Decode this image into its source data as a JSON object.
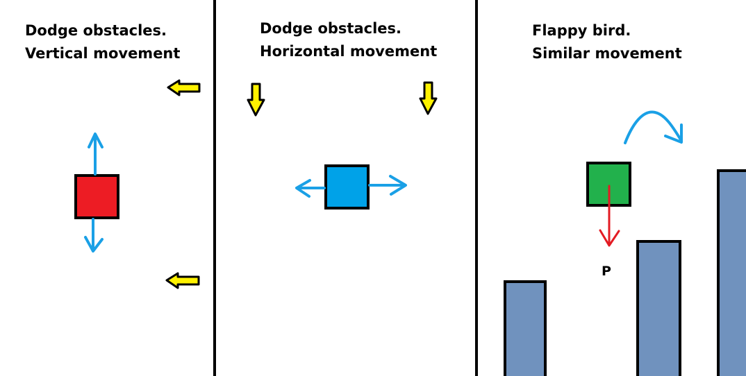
{
  "panels": [
    {
      "line1": "Dodge obstacles.",
      "line2": "Vertical movement"
    },
    {
      "line1": "Dodge obstacles.",
      "line2": "Horizontal movement"
    },
    {
      "line1": "Flappy bird.",
      "line2": "Similar movement"
    }
  ],
  "pipe_label": "P",
  "colors": {
    "divider": "#000000",
    "player_red": "#ed1c24",
    "player_blue": "#00a2e8",
    "player_green": "#22b14c",
    "movement_arrow": "#0ea5e9",
    "gravity_arrow": "#e31b23",
    "obstacle_arrow": "#fff200",
    "pipe": "#7092be"
  },
  "icons": {
    "vertical_move": "up-down-arrows",
    "horizontal_move": "left-right-arrows",
    "obstacle_left": "left-arrow",
    "obstacle_down": "down-arrow",
    "jump": "curved-arrow",
    "fall": "down-arrow"
  }
}
